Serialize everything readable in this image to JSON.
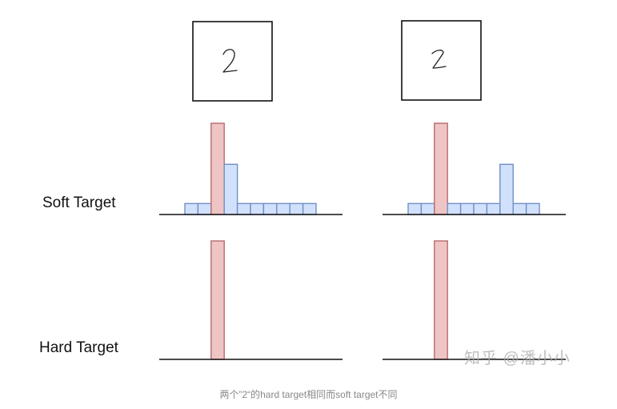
{
  "rows": {
    "soft_label": "Soft Target",
    "hard_label": "Hard Target"
  },
  "panels": [
    {
      "digit": "2",
      "soft_distribution": [
        0.12,
        0.12,
        1.0,
        0.55,
        0.12,
        0.12,
        0.12,
        0.12,
        0.12,
        0.12
      ],
      "hard_distribution": [
        0,
        0,
        1,
        0,
        0,
        0,
        0,
        0,
        0,
        0
      ],
      "target_index": 2
    },
    {
      "digit": "2",
      "soft_distribution": [
        0.12,
        0.12,
        1.0,
        0.12,
        0.12,
        0.12,
        0.12,
        0.55,
        0.12,
        0.12
      ],
      "hard_distribution": [
        0,
        0,
        1,
        0,
        0,
        0,
        0,
        0,
        0,
        0
      ],
      "target_index": 2
    }
  ],
  "colors": {
    "target_fill": "#efc4c4",
    "target_stroke": "#b96b6b",
    "other_fill": "#d2e1fb",
    "other_stroke": "#6e8fc6",
    "baseline": "#111111"
  },
  "caption": "两个”2“的hard target相同而soft target不同",
  "watermark": "知乎 @潘小小"
}
